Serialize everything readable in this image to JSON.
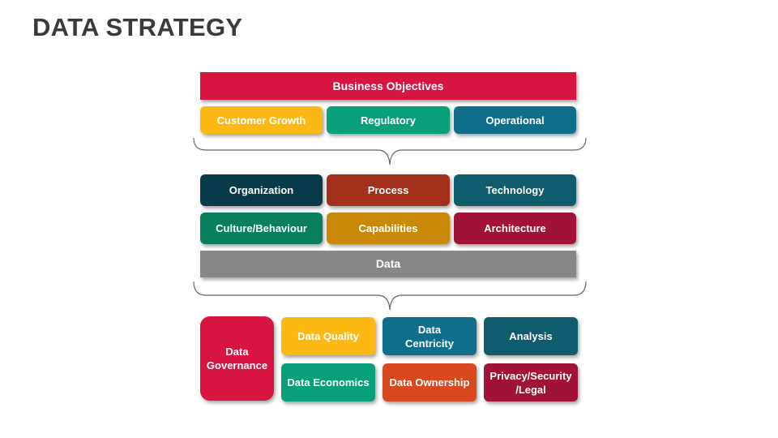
{
  "title": "DATA STRATEGY",
  "business_objectives": {
    "label": "Business Objectives",
    "color": "#D81540",
    "items": [
      {
        "label": "Customer Growth",
        "color": "#FDB913"
      },
      {
        "label": "Regulatory",
        "color": "#08A07A"
      },
      {
        "label": "Operational",
        "color": "#0E6E8C"
      }
    ]
  },
  "dimensions": {
    "row1": [
      {
        "label": "Organization",
        "color": "#073B4C"
      },
      {
        "label": "Process",
        "color": "#A3301A"
      },
      {
        "label": "Technology",
        "color": "#0F5C6E"
      }
    ],
    "row2": [
      {
        "label": "Culture/Behaviour",
        "color": "#0A7F5E"
      },
      {
        "label": "Capabilities",
        "color": "#C98A0A"
      },
      {
        "label": "Architecture",
        "color": "#A01238"
      }
    ]
  },
  "data_bar": {
    "label": "Data",
    "color": "#878787"
  },
  "components": {
    "governance": {
      "label": "Data Governance",
      "color": "#D81540"
    },
    "row1": [
      {
        "label": "Data Quality",
        "color": "#FDB913"
      },
      {
        "label": "Data Centricity",
        "color": "#0E6E8C"
      },
      {
        "label": "Analysis",
        "color": "#0F5C6E"
      }
    ],
    "row2": [
      {
        "label": "Data Economics",
        "color": "#08A07A"
      },
      {
        "label": "Data Ownership",
        "color": "#D9481F"
      },
      {
        "label": "Privacy/Security /Legal",
        "color": "#A01238"
      }
    ]
  }
}
